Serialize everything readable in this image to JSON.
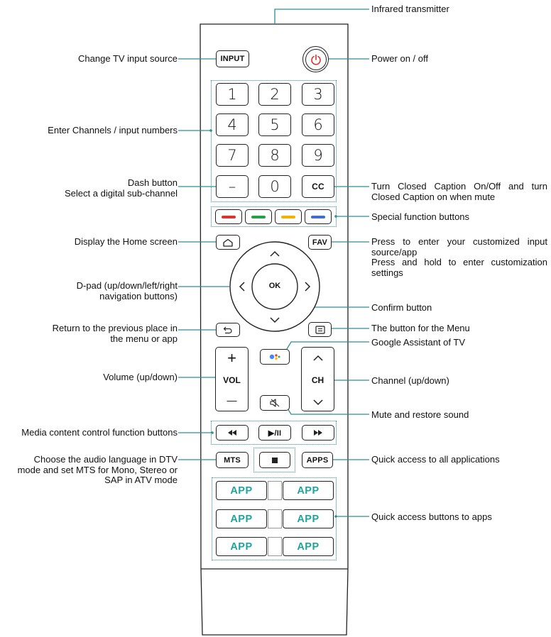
{
  "remote": {
    "input_label": "INPUT",
    "number_keys": [
      "1",
      "2",
      "3",
      "4",
      "5",
      "6",
      "7",
      "8",
      "9"
    ],
    "dash_label": "–",
    "zero_label": "0",
    "cc_label": "CC",
    "color_keys": [
      "#d8352c",
      "#23a24a",
      "#f0b400",
      "#3f6fc9"
    ],
    "fav_label": "FAV",
    "ok_label": "OK",
    "vol_label": "VOL",
    "vol_plus": "+",
    "vol_minus": "—",
    "ch_label": "CH",
    "play_pause_label": "▶/II",
    "mts_label": "MTS",
    "apps_label": "APPS",
    "app_labels": [
      "APP",
      "APP",
      "APP",
      "APP",
      "APP",
      "APP"
    ],
    "power_color": "#d8352c",
    "accent_color": "#1fa39a",
    "leader_color": "#2b8f94",
    "google_dot_colors": [
      "#4285f4",
      "#ea4335",
      "#fbbc05",
      "#34a853"
    ]
  },
  "callouts_left": {
    "input_source": [
      "Change TV input source"
    ],
    "numbers": [
      "Enter Channels / input numbers"
    ],
    "dash": [
      "Dash button",
      "Select a digital sub-channel"
    ],
    "home": [
      "Display the Home screen"
    ],
    "dpad": [
      "D-pad (up/down/left/right",
      "navigation buttons)"
    ],
    "back": [
      "Return to the previous place in",
      "the menu or app"
    ],
    "volume": [
      "Volume (up/down)"
    ],
    "media": [
      "Media content control function buttons"
    ],
    "mts": [
      "Choose the audio language in DTV",
      "mode and set MTS for Mono, Stereo or",
      "SAP in ATV mode"
    ]
  },
  "callouts_right": {
    "infrared": "Infrared transmitter",
    "power": "Power on / off",
    "cc": "Turn Closed Caption On/Off and turn Closed Caption on when mute",
    "special": "Special function buttons",
    "fav": [
      "Press to enter your customized input source/app",
      "Press and hold to enter customization settings"
    ],
    "confirm": "Confirm button",
    "menu": "The button for the Menu",
    "assistant": "Google Assistant of TV",
    "channel": "Channel (up/down)",
    "mute": "Mute and restore sound",
    "apps": "Quick access to all applications",
    "app_buttons": "Quick access buttons to apps"
  }
}
